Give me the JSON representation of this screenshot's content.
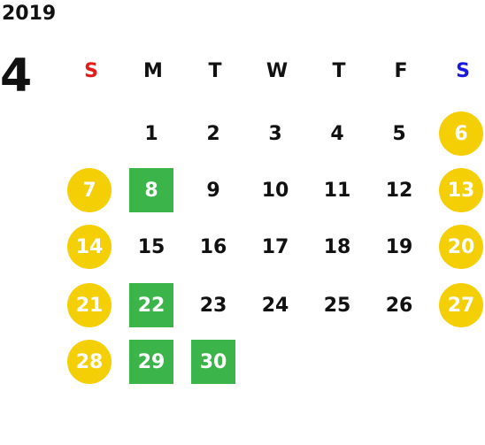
{
  "year": "2019",
  "month": "4",
  "weekdays": [
    "S",
    "M",
    "T",
    "W",
    "T",
    "F",
    "S"
  ],
  "weeks": [
    [
      {
        "d": ""
      },
      {
        "d": "1"
      },
      {
        "d": "2"
      },
      {
        "d": "3"
      },
      {
        "d": "4"
      },
      {
        "d": "5"
      },
      {
        "d": "6",
        "t": "weekend"
      }
    ],
    [
      {
        "d": "7",
        "t": "weekend"
      },
      {
        "d": "8",
        "t": "holiday"
      },
      {
        "d": "9"
      },
      {
        "d": "10"
      },
      {
        "d": "11"
      },
      {
        "d": "12"
      },
      {
        "d": "13",
        "t": "weekend"
      }
    ],
    [
      {
        "d": "14",
        "t": "weekend"
      },
      {
        "d": "15"
      },
      {
        "d": "16"
      },
      {
        "d": "17"
      },
      {
        "d": "18"
      },
      {
        "d": "19"
      },
      {
        "d": "20",
        "t": "weekend"
      }
    ],
    [
      {
        "d": "21",
        "t": "weekend"
      },
      {
        "d": "22",
        "t": "holiday"
      },
      {
        "d": "23"
      },
      {
        "d": "24"
      },
      {
        "d": "25"
      },
      {
        "d": "26"
      },
      {
        "d": "27",
        "t": "weekend"
      }
    ],
    [
      {
        "d": "28",
        "t": "weekend"
      },
      {
        "d": "29",
        "t": "holiday"
      },
      {
        "d": "30",
        "t": "holiday"
      },
      {
        "d": ""
      },
      {
        "d": ""
      },
      {
        "d": ""
      },
      {
        "d": ""
      }
    ]
  ],
  "colors": {
    "sunday_label": "#e51b1b",
    "saturday_label": "#1a1adf",
    "weekend_circle": "#f5cf06",
    "holiday_square": "#3bb44a"
  }
}
